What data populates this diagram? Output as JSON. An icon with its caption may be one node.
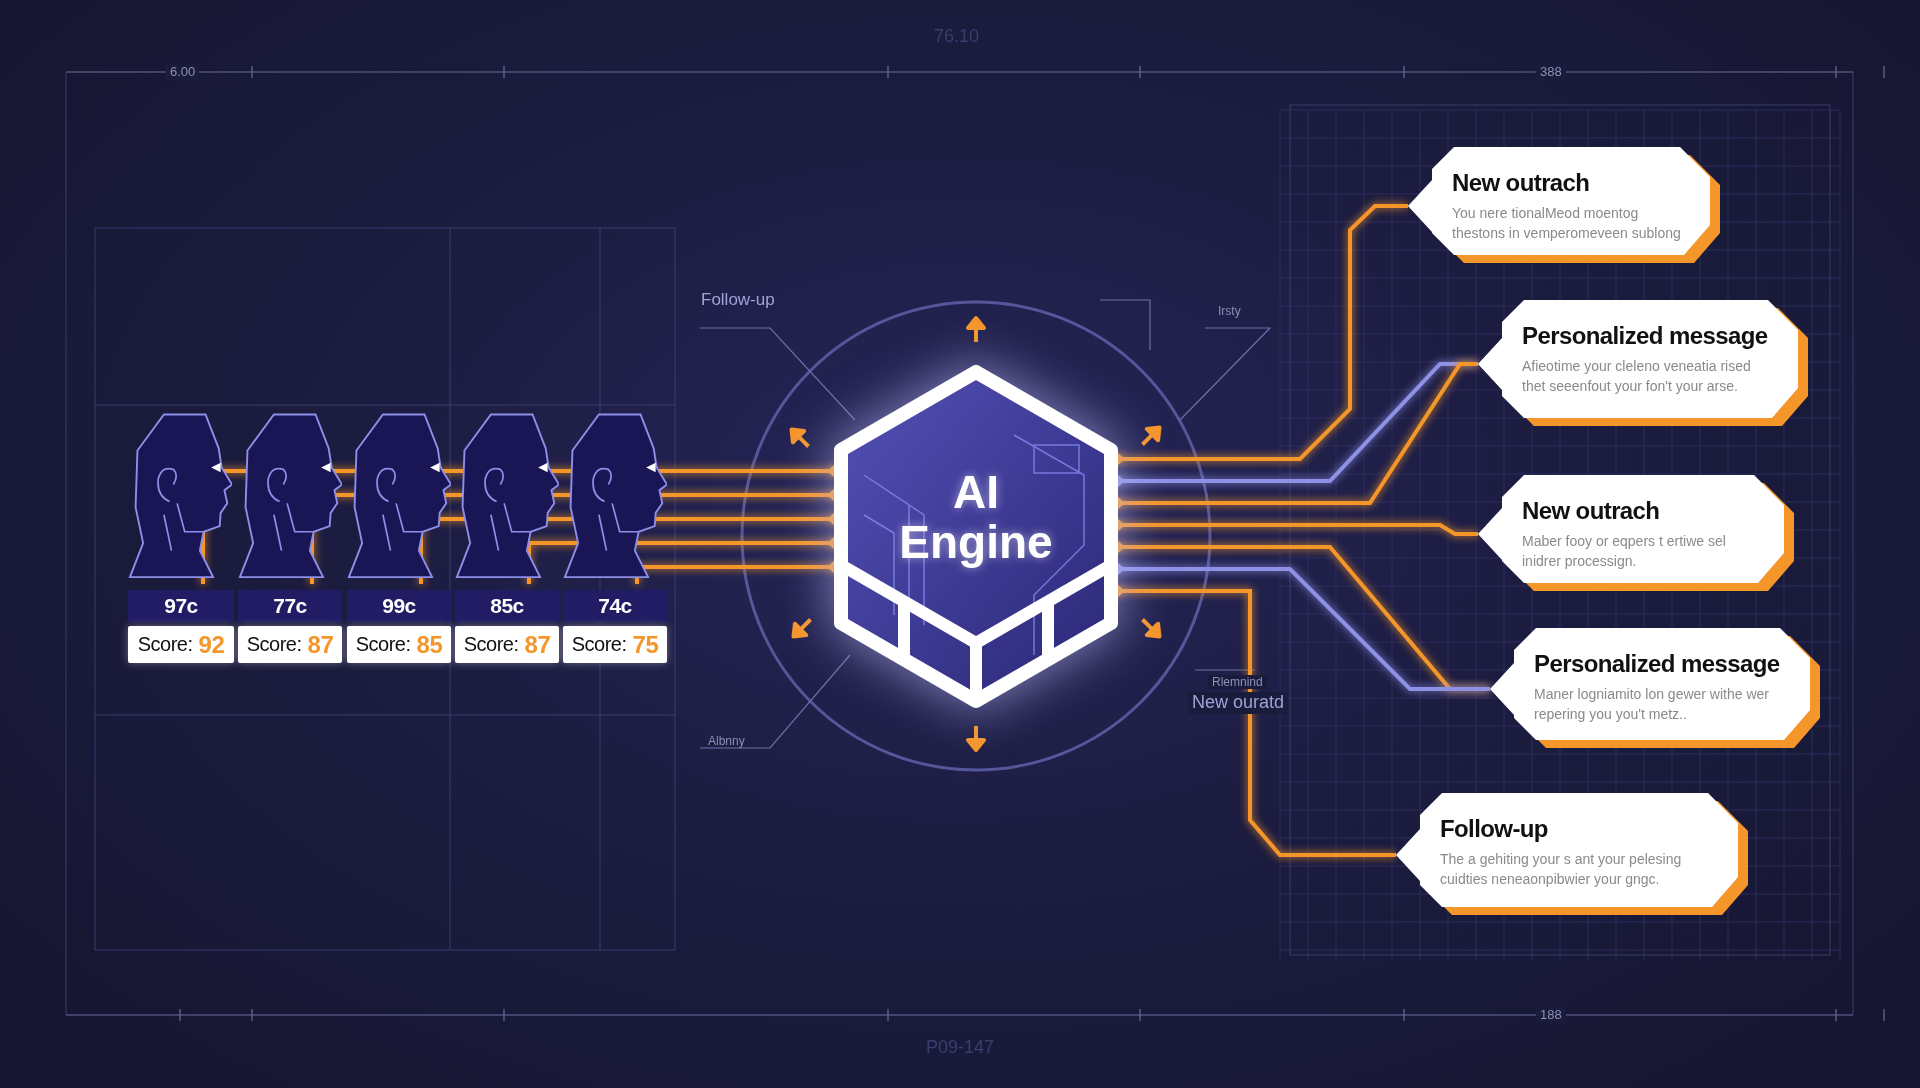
{
  "diagram": {
    "nodes": [
      {
        "text": [
          "97c",
          "Score:",
          "92"
        ]
      },
      {
        "text": [
          "77c",
          "Score:",
          "87"
        ]
      },
      {
        "text": [
          "99c",
          "Score:",
          "85"
        ]
      },
      {
        "text": [
          "85c",
          "Score:",
          "87"
        ]
      },
      {
        "text": [
          "74c",
          "Score:",
          "75"
        ]
      },
      {
        "text": [
          "AI Engine"
        ]
      },
      {
        "text": [
          "New outrach",
          "You nere tionalMeod moentog thestons in vemperomeveen sublong"
        ]
      },
      {
        "text": [
          "Personalized message",
          "Afieotime your cleleno veneatia rised thet seeenfout your fon't your arse."
        ]
      },
      {
        "text": [
          "New outrach",
          "Maber fooy or eqpers t ertiwe sel inidrer processign."
        ]
      },
      {
        "text": [
          "Personalized message",
          "Maner logniamito lon gewer withe wer repering you you't metz.."
        ]
      },
      {
        "text": [
          "Follow-up",
          "The a gehiting your s ant your pelesing cuidties neneaonpibwier your gngc."
        ]
      }
    ],
    "edges": [
      {
        "from": 5,
        "to": 0,
        "arrow": "other"
      },
      {
        "from": 5,
        "to": 1,
        "arrow": "other"
      },
      {
        "from": 5,
        "to": 2,
        "arrow": "other"
      },
      {
        "from": 5,
        "to": 3,
        "arrow": "other"
      },
      {
        "from": 5,
        "to": 4,
        "arrow": "other"
      },
      {
        "from": 5,
        "to": 6,
        "arrow": "other"
      },
      {
        "from": 5,
        "to": 7,
        "arrow": "other",
        "color": "#8e91e6"
      },
      {
        "from": 5,
        "to": 7,
        "arrow": "other"
      },
      {
        "from": 5,
        "to": 8,
        "arrow": "other"
      },
      {
        "from": 5,
        "to": 9,
        "arrow": "other"
      },
      {
        "from": 5,
        "to": 9,
        "arrow": "other",
        "color": "#8e91e6"
      },
      {
        "from": 5,
        "to": 10,
        "arrow": "other"
      }
    ],
    "labels": [
      "76.10",
      "6.00",
      "388",
      "Follow-up",
      "Irsty",
      "Rlemnind",
      "New ouratd",
      "Albnny",
      "188",
      "P09-147"
    ]
  }
}
